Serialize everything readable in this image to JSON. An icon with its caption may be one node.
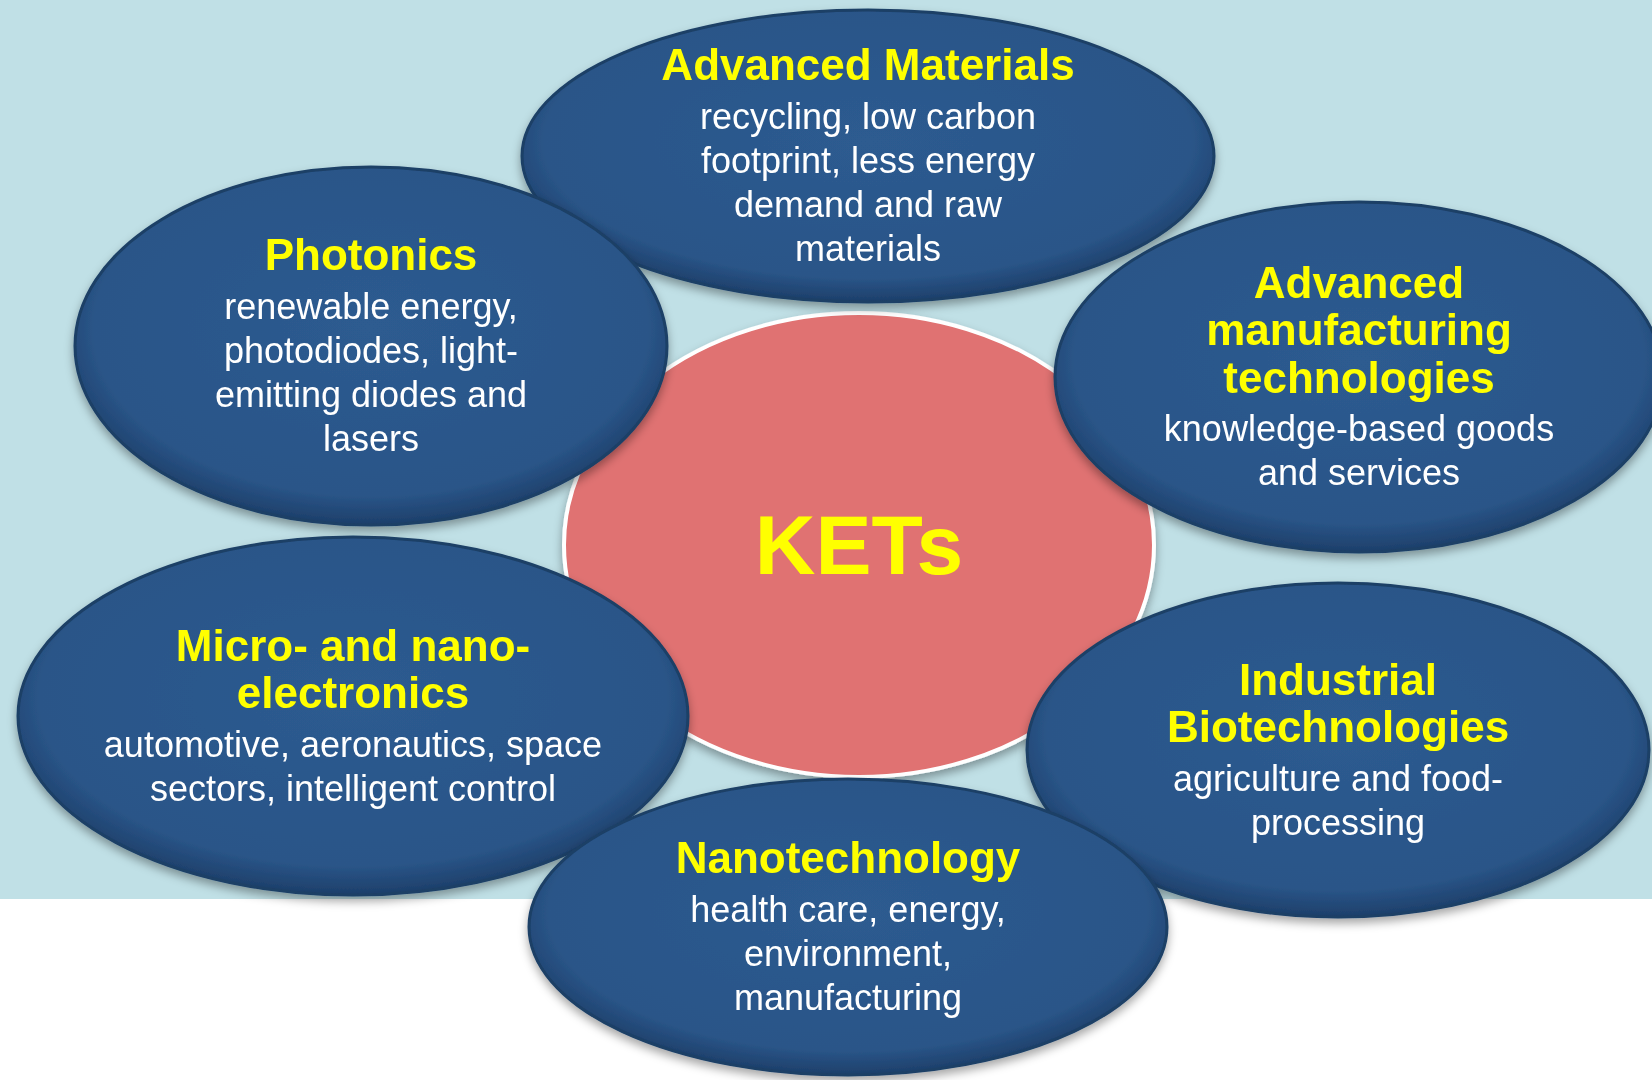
{
  "diagram": {
    "nodes": [
      {
        "text": [
          "Advanced Materials",
          "recycling, low carbon footprint, less energy demand and raw materials"
        ]
      },
      {
        "text": [
          "Photonics",
          "renewable energy, photodiodes, light-emitting diodes and lasers"
        ]
      },
      {
        "text": [
          "Advanced manufacturing technologies",
          "knowledge-based goods and services"
        ]
      },
      {
        "text": [
          "KETs"
        ]
      },
      {
        "text": [
          "Micro- and nano-electronics",
          "automotive, aeronautics, space sectors, intelligent control"
        ]
      },
      {
        "text": [
          "Industrial Biotechnologies",
          "agriculture and food-processing"
        ]
      },
      {
        "text": [
          "Nanotechnology",
          "health care, energy, environment, manufacturing"
        ]
      }
    ]
  }
}
